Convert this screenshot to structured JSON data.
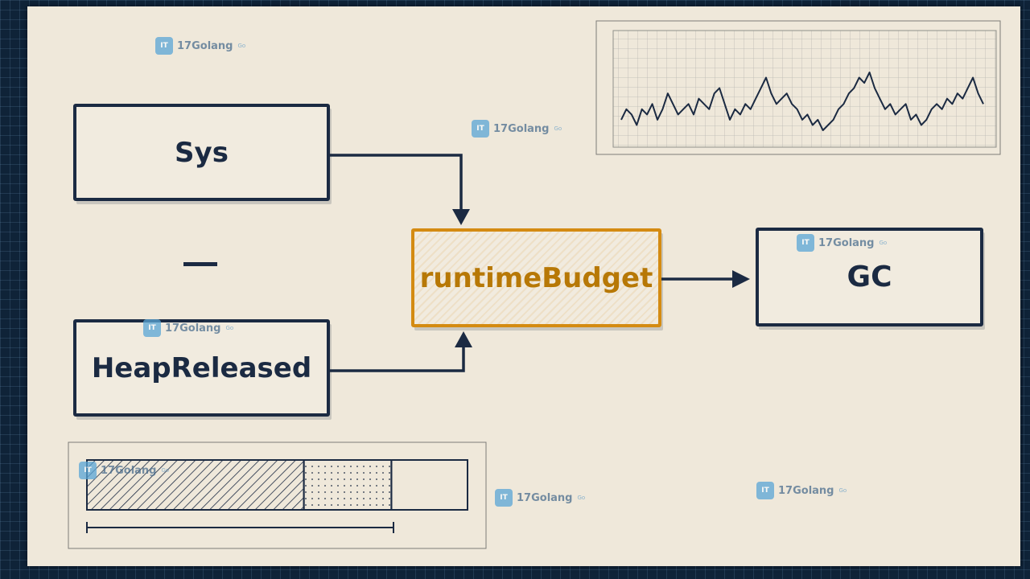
{
  "diagram": {
    "sys_label": "Sys",
    "operator_label": "−",
    "heap_released_label": "HeapReleased",
    "runtime_budget_label": "runtimeBudget",
    "gc_label": "GC"
  },
  "sparkline": {
    "values": [
      3,
      5,
      4,
      2,
      5,
      4,
      6,
      3,
      5,
      8,
      6,
      4,
      5,
      6,
      4,
      7,
      6,
      5,
      8,
      9,
      6,
      3,
      5,
      4,
      6,
      5,
      7,
      9,
      11,
      8,
      6,
      7,
      8,
      6,
      5,
      3,
      4,
      2,
      3,
      1,
      2,
      3,
      5,
      6,
      8,
      9,
      11,
      10,
      12,
      9,
      7,
      5,
      6,
      4,
      5,
      6,
      3,
      4,
      2,
      3,
      5,
      6,
      5,
      7,
      6,
      8,
      7,
      9,
      11,
      8,
      6
    ]
  },
  "memory_bar": {
    "used_fraction": 0.57,
    "released_fraction": 0.23,
    "free_fraction": 0.2
  },
  "colors": {
    "ink": "#1b2a42",
    "accent": "#d48b12",
    "paper": "#efe8da",
    "background": "#0f2338"
  },
  "watermark": {
    "brand": "17Golang",
    "tag": "Go",
    "logo_text": "IT"
  }
}
